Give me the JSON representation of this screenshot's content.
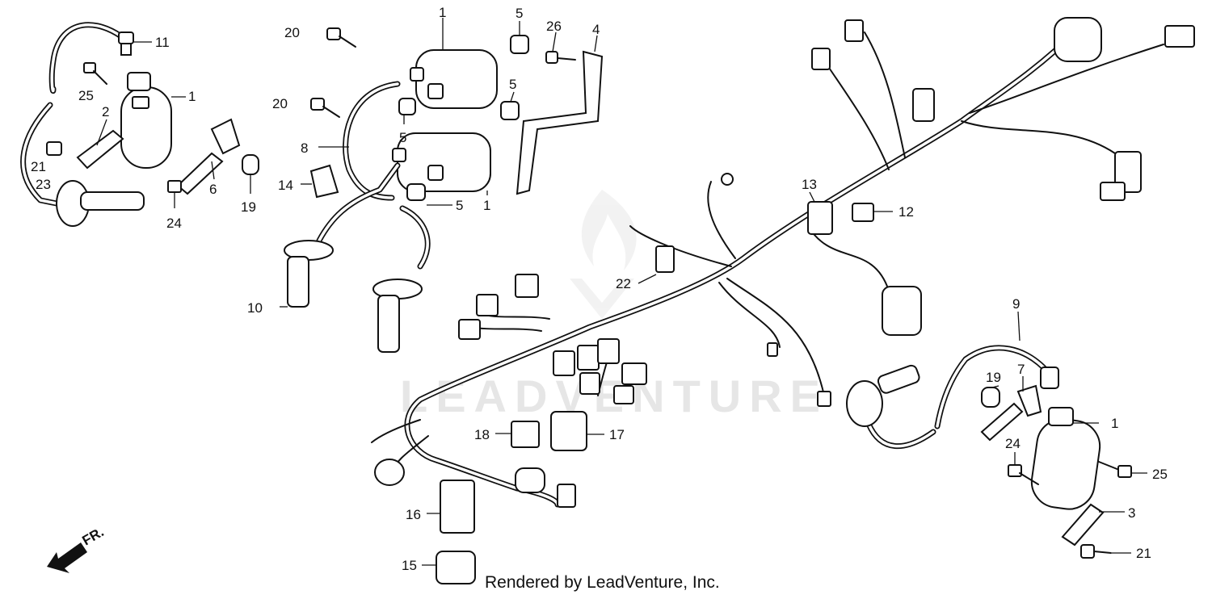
{
  "watermark": "LEADVENTURE",
  "credit": "Rendered by LeadVenture, Inc.",
  "direction": {
    "label": "FR.",
    "icon": "front-direction-arrow-icon"
  },
  "callouts": [
    {
      "id": "c11a",
      "label": "11"
    },
    {
      "id": "c25a",
      "label": "25"
    },
    {
      "id": "c1a",
      "label": "1"
    },
    {
      "id": "c2",
      "label": "2"
    },
    {
      "id": "c21a",
      "label": "21"
    },
    {
      "id": "c23",
      "label": "23"
    },
    {
      "id": "c6",
      "label": "6"
    },
    {
      "id": "c24a",
      "label": "24"
    },
    {
      "id": "c19a",
      "label": "19"
    },
    {
      "id": "c20a",
      "label": "20"
    },
    {
      "id": "c20b",
      "label": "20"
    },
    {
      "id": "c8",
      "label": "8"
    },
    {
      "id": "c14",
      "label": "14"
    },
    {
      "id": "c10",
      "label": "10"
    },
    {
      "id": "c1b",
      "label": "1"
    },
    {
      "id": "c5a",
      "label": "5"
    },
    {
      "id": "c5b",
      "label": "5"
    },
    {
      "id": "c5c",
      "label": "5"
    },
    {
      "id": "c5d",
      "label": "5"
    },
    {
      "id": "c1c",
      "label": "1"
    },
    {
      "id": "c26",
      "label": "26"
    },
    {
      "id": "c4",
      "label": "4"
    },
    {
      "id": "c13",
      "label": "13"
    },
    {
      "id": "c12",
      "label": "12"
    },
    {
      "id": "c22",
      "label": "22"
    },
    {
      "id": "c9",
      "label": "9"
    },
    {
      "id": "c7",
      "label": "7"
    },
    {
      "id": "c19b",
      "label": "19"
    },
    {
      "id": "c1d",
      "label": "1"
    },
    {
      "id": "c24b",
      "label": "24"
    },
    {
      "id": "c25b",
      "label": "25"
    },
    {
      "id": "c3",
      "label": "3"
    },
    {
      "id": "c21b",
      "label": "21"
    },
    {
      "id": "c18",
      "label": "18"
    },
    {
      "id": "c17",
      "label": "17"
    },
    {
      "id": "c16",
      "label": "16"
    },
    {
      "id": "c15",
      "label": "15"
    }
  ]
}
